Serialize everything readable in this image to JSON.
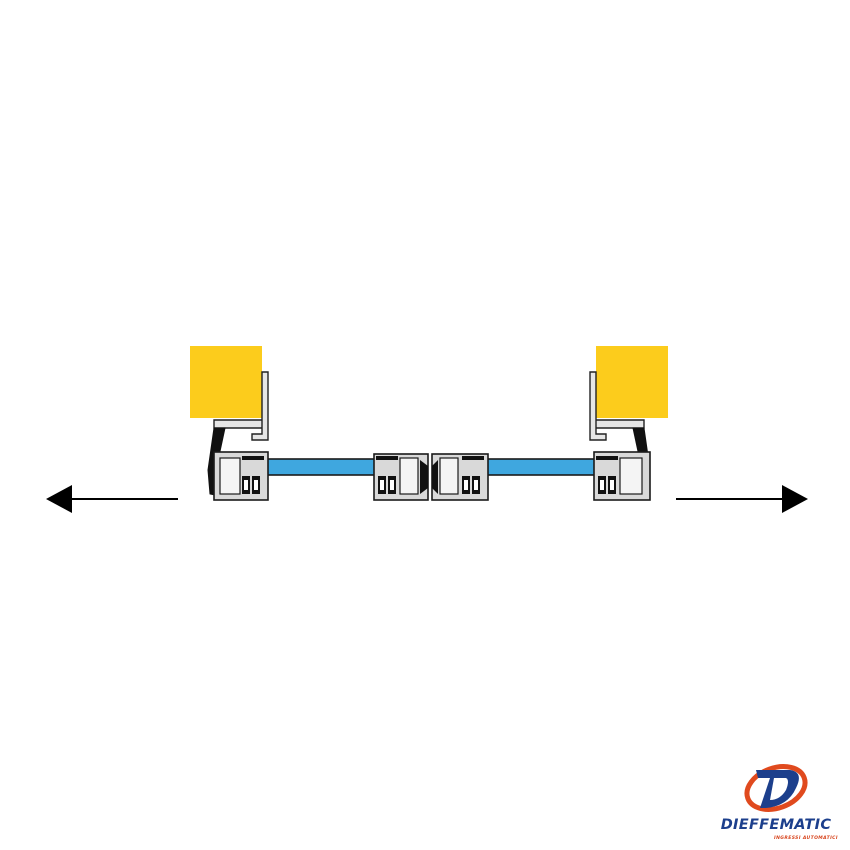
{
  "diagram": {
    "colors": {
      "wall": "#fccc1c",
      "glass": "#3fa7df",
      "frame_fill": "#d9d9d9",
      "frame_stroke": "#1a1a1a",
      "arrow": "#000000",
      "logo_blue": "#1c3f8c",
      "logo_orange": "#e04a1e"
    },
    "arrows": [
      "arrow-left",
      "arrow-right"
    ],
    "meaning": "sliding door leaves open outward"
  },
  "logo": {
    "brand": "DIEFFEMATIC",
    "tagline": "INGRESSI AUTOMATICI"
  }
}
